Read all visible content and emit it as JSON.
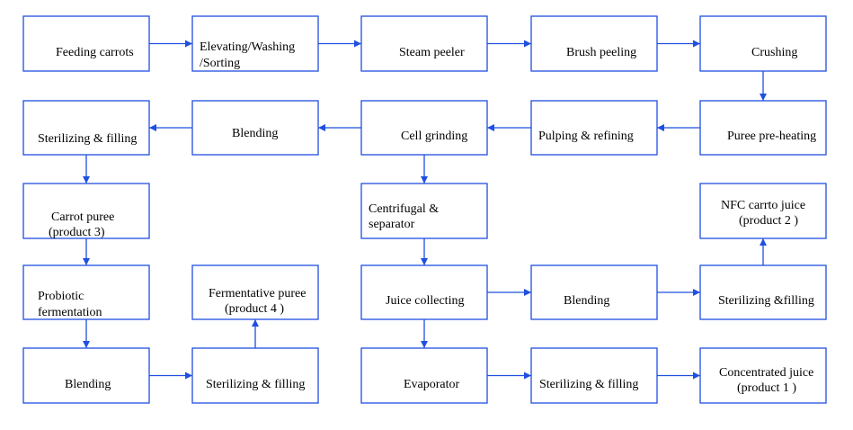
{
  "colors": {
    "line": "#1f4fe0",
    "text": "#000000",
    "box_fill": "#ffffff"
  },
  "nodes": {
    "feeding_carrots": [
      "Feeding carrots"
    ],
    "elevating": [
      "Elevating/Washing",
      "/Sorting"
    ],
    "steam_peeler": [
      "Steam peeler"
    ],
    "brush_peeling": [
      "Brush peeling"
    ],
    "crushing": [
      "Crushing"
    ],
    "sterilizing_filling_1": [
      "Sterilizing & filling"
    ],
    "blending_1": [
      "Blending"
    ],
    "cell_grinding": [
      "Cell grinding"
    ],
    "pulping_refining": [
      "Pulping & refining"
    ],
    "puree_preheating": [
      "Puree pre-heating"
    ],
    "carrot_puree": [
      "Carrot puree",
      "(product 3)"
    ],
    "centrifugal": [
      "Centrifugal &",
      "separator"
    ],
    "nfc_juice": [
      "NFC carrto juice",
      "(product 2 )"
    ],
    "probiotic": [
      "Probiotic",
      "fermentation"
    ],
    "fermentative_puree": [
      "Fermentative puree",
      "(product 4 )"
    ],
    "juice_collecting": [
      "Juice collecting"
    ],
    "blending_2": [
      "Blending"
    ],
    "sterilizing_filling_2": [
      "Sterilizing &filling"
    ],
    "blending_3": [
      "Blending"
    ],
    "sterilizing_filling_3": [
      "Sterilizing & filling"
    ],
    "evaporator": [
      "Evaporator"
    ],
    "sterilizing_filling_4": [
      "Sterilizing & filling"
    ],
    "concentrated_juice": [
      "Concentrated juice",
      "(product 1 )"
    ]
  },
  "edges": [
    [
      "feeding_carrots",
      "elevating"
    ],
    [
      "elevating",
      "steam_peeler"
    ],
    [
      "steam_peeler",
      "brush_peeling"
    ],
    [
      "brush_peeling",
      "crushing"
    ],
    [
      "crushing",
      "puree_preheating"
    ],
    [
      "puree_preheating",
      "pulping_refining"
    ],
    [
      "pulping_refining",
      "cell_grinding"
    ],
    [
      "cell_grinding",
      "blending_1"
    ],
    [
      "blending_1",
      "sterilizing_filling_1"
    ],
    [
      "sterilizing_filling_1",
      "carrot_puree"
    ],
    [
      "carrot_puree",
      "probiotic"
    ],
    [
      "probiotic",
      "blending_3"
    ],
    [
      "blending_3",
      "sterilizing_filling_3"
    ],
    [
      "sterilizing_filling_3",
      "fermentative_puree"
    ],
    [
      "cell_grinding",
      "centrifugal"
    ],
    [
      "centrifugal",
      "juice_collecting"
    ],
    [
      "juice_collecting",
      "blending_2"
    ],
    [
      "blending_2",
      "sterilizing_filling_2"
    ],
    [
      "sterilizing_filling_2",
      "nfc_juice"
    ],
    [
      "juice_collecting",
      "evaporator"
    ],
    [
      "evaporator",
      "sterilizing_filling_4"
    ],
    [
      "sterilizing_filling_4",
      "concentrated_juice"
    ]
  ]
}
